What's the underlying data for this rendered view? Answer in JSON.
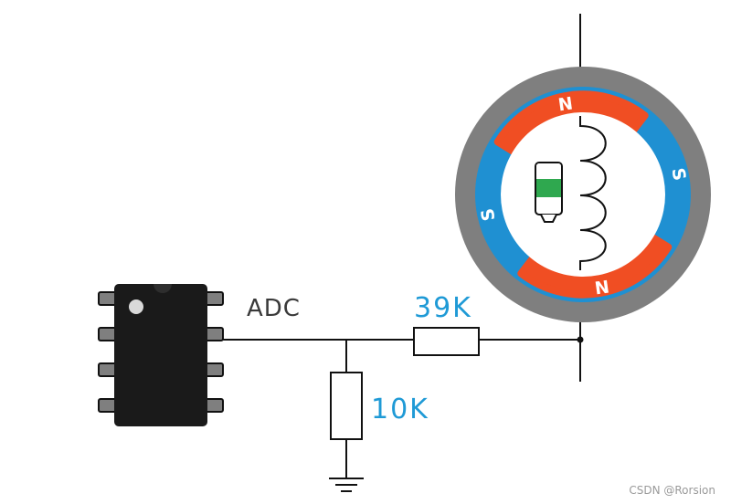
{
  "labels": {
    "adc": "ADC",
    "r_top": "39K",
    "r_bottom": "10K"
  },
  "generator": {
    "poles": [
      {
        "letter": "N",
        "color": "#f04e23"
      },
      {
        "letter": "S",
        "color": "#1f90d2"
      },
      {
        "letter": "N",
        "color": "#f04e23"
      },
      {
        "letter": "S",
        "color": "#1f90d2"
      }
    ],
    "stator_color": "#7f7f7f",
    "lamp_color": "#2fa84f"
  },
  "watermark": "CSDN @Rorsion"
}
